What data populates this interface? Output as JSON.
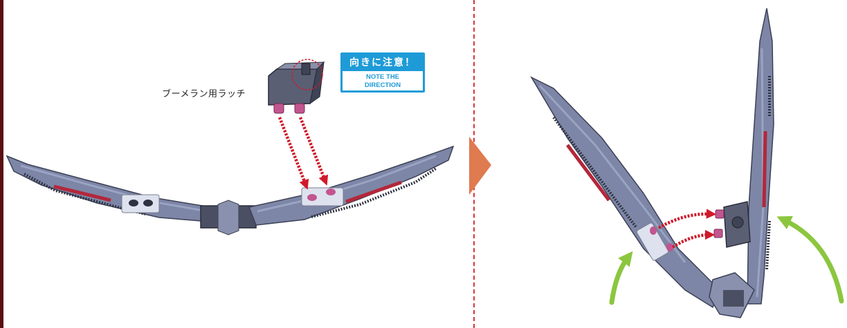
{
  "part_label": "ブーメラン用ラッチ",
  "warning": {
    "title": "向きに注意！",
    "subtitle_line1": "NOTE THE",
    "subtitle_line2": "DIRECTION"
  },
  "colors": {
    "edge_bar": "#5a0f12",
    "divider": "#d8343f",
    "badge": "#1e9bd7",
    "step_arrow": "#e07a4f",
    "insert_arrow": "#d01a2a",
    "rotate_arrow": "#8cc63f",
    "part_body": "#7d86a6",
    "part_dark": "#4a4f63",
    "peg": "#c2558f",
    "red_stripe": "#b3273a"
  },
  "icons": {
    "step_arrow": "triangle-right-icon",
    "rotate_arrows": "curved-arrow-icon"
  }
}
